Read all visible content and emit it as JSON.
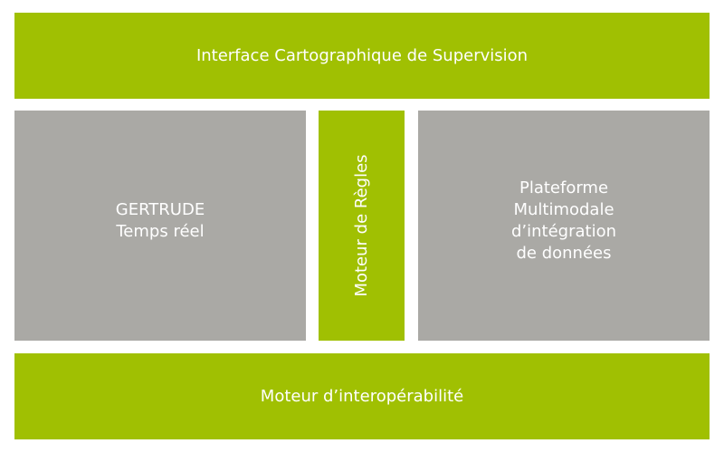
{
  "colors": {
    "green": "#a0c002",
    "grey": "#aaa9a5",
    "text": "#ffffff"
  },
  "top": {
    "label": "Interface Cartographique de Supervision"
  },
  "left": {
    "lines": [
      "GERTRUDE",
      "Temps réel"
    ]
  },
  "middle": {
    "label": "Moteur de Règles"
  },
  "right": {
    "lines": [
      "Plateforme",
      "Multimodale",
      "d’intégration",
      "de données"
    ]
  },
  "bottom": {
    "label": "Moteur d’interopérabilité"
  }
}
